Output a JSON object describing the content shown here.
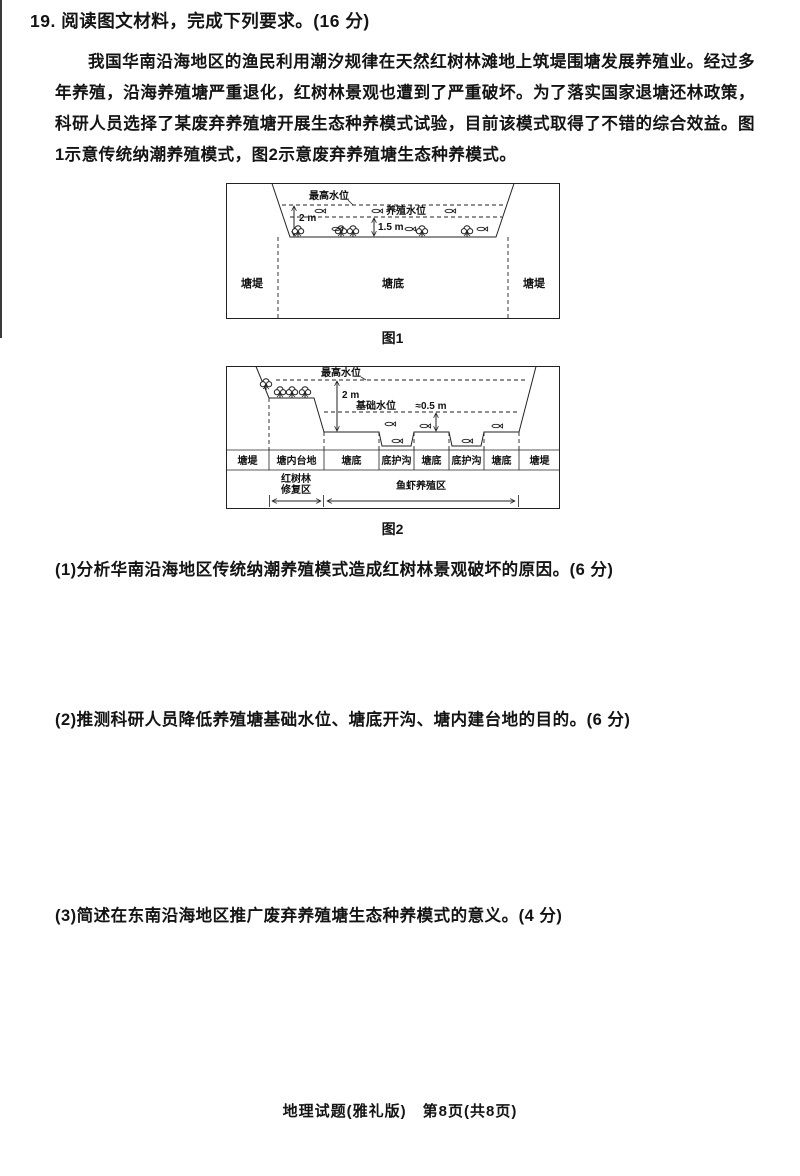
{
  "page": {
    "footer": "地理试题(雅礼版)　第8页(共8页)"
  },
  "question": {
    "number": "19.",
    "title": "阅读图文材料，完成下列要求。(16 分)",
    "passage": "我国华南沿海地区的渔民利用潮汐规律在天然红树林滩地上筑堤围塘发展养殖业。经过多年养殖，沿海养殖塘严重退化，红树林景观也遭到了严重破坏。为了落实国家退塘还林政策，科研人员选择了某废弃养殖塘开展生态种养模式试验，目前该模式取得了不错的综合效益。图1示意传统纳潮养殖模式，图2示意废弃养殖塘生态种养模式。",
    "subs": [
      "(1)分析华南沿海地区传统纳潮养殖模式造成红树林景观破坏的原因。(6 分)",
      "(2)推测科研人员降低养殖塘基础水位、塘底开沟、塘内建台地的目的。(6 分)",
      "(3)简述在东南沿海地区推广废弃养殖塘生态种养模式的意义。(4 分)"
    ]
  },
  "fig1": {
    "caption": "图1",
    "max_level": "最高水位",
    "farm_level": "养殖水位",
    "depth_full": "2 m",
    "depth_farm": "1.5 m",
    "dike_left": "塘堤",
    "bottom": "塘底",
    "dike_right": "塘堤"
  },
  "fig2": {
    "caption": "图2",
    "max_level": "最高水位",
    "base_level": "基础水位",
    "depth_full": "2 m",
    "depth_base": "≈0.5 m",
    "sections": [
      "塘堤",
      "塘内台地",
      "塘底",
      "底护沟",
      "塘底",
      "底护沟",
      "塘底",
      "塘堤"
    ],
    "zone_left_1": "红树林",
    "zone_left_2": "修复区",
    "zone_right": "鱼虾养殖区"
  }
}
